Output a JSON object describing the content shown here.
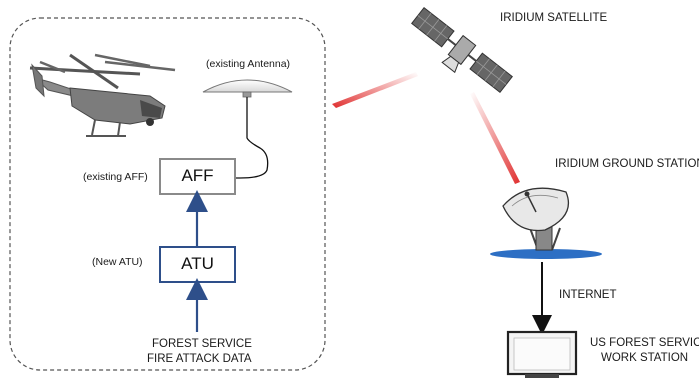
{
  "labels": {
    "satellite": "IRIDIUM SATELLITE",
    "ground_station": "IRIDIUM GROUND STATION",
    "internet": "INTERNET",
    "workstation_line1": "US FOREST SERVICE",
    "workstation_line2": "WORK STATION",
    "antenna": "(existing Antenna)",
    "existing_aff": "(existing AFF)",
    "new_atu": "(New ATU)",
    "aff_box": "AFF",
    "atu_box": "ATU",
    "source_line1": "FOREST SERVICE",
    "source_line2": "FIRE ATTACK DATA"
  },
  "colors": {
    "arrow_blue": "#2e4f8a",
    "atu_border": "#2e4f8a",
    "aff_border": "#8a8a8a",
    "signal_red": "#e03030",
    "ground_plate": "#2d6fc4",
    "dashed_border": "#555555"
  },
  "icons": [
    "helicopter-icon",
    "antenna-dome-icon",
    "satellite-icon",
    "satellite-dish-icon",
    "monitor-icon"
  ]
}
